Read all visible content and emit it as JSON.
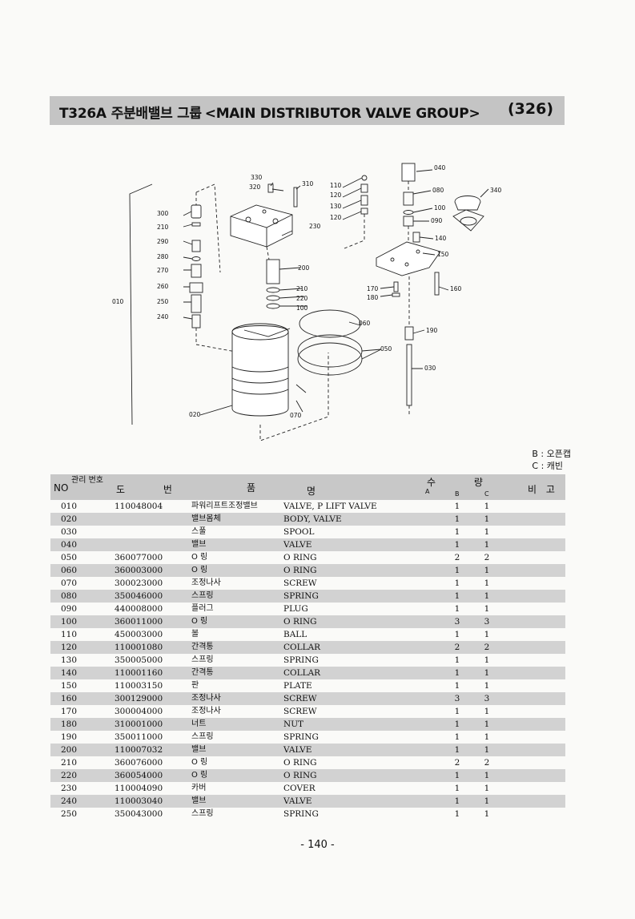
{
  "header": {
    "code": "T326A",
    "title_kr": "주분배밸브 그룹",
    "title_en": "<MAIN DISTRIBUTOR VALVE GROUP>",
    "page_ref": "(326)"
  },
  "diagram": {
    "labels": [
      "330",
      "320",
      "310",
      "110",
      "120",
      "130",
      "120",
      "040",
      "080",
      "100",
      "090",
      "340",
      "300",
      "210",
      "290",
      "280",
      "270",
      "260",
      "250",
      "240",
      "010",
      "230",
      "200",
      "210",
      "220",
      "100",
      "140",
      "150",
      "170",
      "180",
      "160",
      "060",
      "190",
      "050",
      "030",
      "020",
      "070"
    ]
  },
  "legend": {
    "b": "B : 오픈캡",
    "c": "C : 캐빈"
  },
  "table_header": {
    "no": "NO",
    "mgmt": "관리 번호",
    "drawing": "도 번",
    "item": "품",
    "name": "명",
    "qty": "수 량",
    "a": "A",
    "b": "B",
    "c": "C",
    "remarks": "비 고"
  },
  "rows": [
    {
      "no": "010",
      "drawing": "110048004",
      "kr": "파워리프트조정밸브",
      "en": "VALVE, P LIFT VALVE",
      "b": "1",
      "c": "1"
    },
    {
      "no": "020",
      "drawing": "",
      "kr": "밸브몸체",
      "en": "BODY, VALVE",
      "b": "1",
      "c": "1"
    },
    {
      "no": "030",
      "drawing": "",
      "kr": "스풀",
      "en": "SPOOL",
      "b": "1",
      "c": "1"
    },
    {
      "no": "040",
      "drawing": "",
      "kr": "밸브",
      "en": "VALVE",
      "b": "1",
      "c": "1"
    },
    {
      "no": "050",
      "drawing": "360077000",
      "kr": "O 링",
      "en": "O RING",
      "b": "2",
      "c": "2"
    },
    {
      "no": "060",
      "drawing": "360003000",
      "kr": "O 링",
      "en": "O RING",
      "b": "1",
      "c": "1"
    },
    {
      "no": "070",
      "drawing": "300023000",
      "kr": "조정나사",
      "en": "SCREW",
      "b": "1",
      "c": "1"
    },
    {
      "no": "080",
      "drawing": "350046000",
      "kr": "스프링",
      "en": "SPRING",
      "b": "1",
      "c": "1"
    },
    {
      "no": "090",
      "drawing": "440008000",
      "kr": "플러그",
      "en": "PLUG",
      "b": "1",
      "c": "1"
    },
    {
      "no": "100",
      "drawing": "360011000",
      "kr": "O 링",
      "en": "O RING",
      "b": "3",
      "c": "3"
    },
    {
      "no": "110",
      "drawing": "450003000",
      "kr": "볼",
      "en": "BALL",
      "b": "1",
      "c": "1"
    },
    {
      "no": "120",
      "drawing": "110001080",
      "kr": "간격통",
      "en": "COLLAR",
      "b": "2",
      "c": "2"
    },
    {
      "no": "130",
      "drawing": "350005000",
      "kr": "스프링",
      "en": "SPRING",
      "b": "1",
      "c": "1"
    },
    {
      "no": "140",
      "drawing": "110001160",
      "kr": "간격통",
      "en": "COLLAR",
      "b": "1",
      "c": "1"
    },
    {
      "no": "150",
      "drawing": "110003150",
      "kr": "판",
      "en": "PLATE",
      "b": "1",
      "c": "1"
    },
    {
      "no": "160",
      "drawing": "300129000",
      "kr": "조정나사",
      "en": "SCREW",
      "b": "3",
      "c": "3"
    },
    {
      "no": "170",
      "drawing": "300004000",
      "kr": "조정나사",
      "en": "SCREW",
      "b": "1",
      "c": "1"
    },
    {
      "no": "180",
      "drawing": "310001000",
      "kr": "너트",
      "en": "NUT",
      "b": "1",
      "c": "1"
    },
    {
      "no": "190",
      "drawing": "350011000",
      "kr": "스프링",
      "en": "SPRING",
      "b": "1",
      "c": "1"
    },
    {
      "no": "200",
      "drawing": "110007032",
      "kr": "밸브",
      "en": "VALVE",
      "b": "1",
      "c": "1"
    },
    {
      "no": "210",
      "drawing": "360076000",
      "kr": "O 링",
      "en": "O RING",
      "b": "2",
      "c": "2"
    },
    {
      "no": "220",
      "drawing": "360054000",
      "kr": "O 링",
      "en": "O RING",
      "b": "1",
      "c": "1"
    },
    {
      "no": "230",
      "drawing": "110004090",
      "kr": "카버",
      "en": "COVER",
      "b": "1",
      "c": "1"
    },
    {
      "no": "240",
      "drawing": "110003040",
      "kr": "밸브",
      "en": "VALVE",
      "b": "1",
      "c": "1"
    },
    {
      "no": "250",
      "drawing": "350043000",
      "kr": "스프링",
      "en": "SPRING",
      "b": "1",
      "c": "1"
    }
  ],
  "page_number": "- 140 -"
}
